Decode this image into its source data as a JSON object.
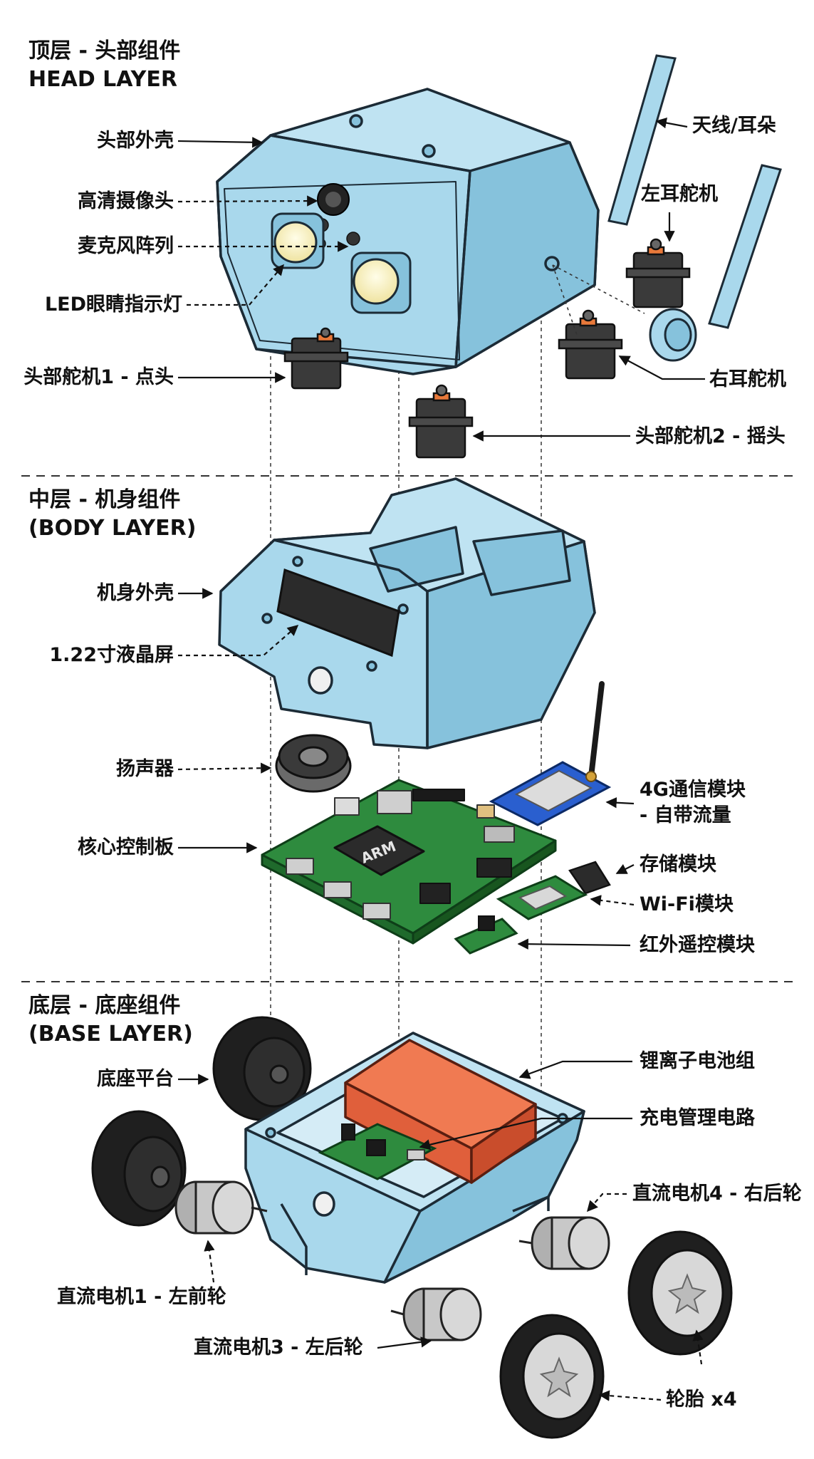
{
  "sections": {
    "head_zh": "顶层 - 头部组件",
    "head_en": "HEAD LAYER",
    "body_zh": "中层 - 机身组件",
    "body_en": "(BODY LAYER)",
    "base_zh": "底层 - 底座组件",
    "base_en": "(BASE LAYER)"
  },
  "head_labels": {
    "shell": "头部外壳",
    "camera": "高清摄像头",
    "mic": "麦克风阵列",
    "led": "LED眼睛指示灯",
    "servo1": "头部舵机1 - 点头",
    "antenna": "天线/耳朵",
    "left_ear": "左耳舵机",
    "right_ear": "右耳舵机",
    "servo2": "头部舵机2 - 摇头"
  },
  "body_labels": {
    "shell": "机身外壳",
    "lcd": "1.22寸液晶屏",
    "speaker": "扬声器",
    "board": "核心控制板",
    "lte_1": "4G通信模块",
    "lte_2": "- 自带流量",
    "storage": "存储模块",
    "wifi": "Wi-Fi模块",
    "ir": "红外遥控模块"
  },
  "base_labels": {
    "platform": "底座平台",
    "battery": "锂离子电池组",
    "charger": "充电管理电路",
    "motor4": "直流电机4 - 右后轮",
    "motor1": "直流电机1 - 左前轮",
    "motor3": "直流电机3 - 左后轮",
    "tires": "轮胎 x4"
  },
  "chip_label": "ARM",
  "colors": {
    "shell": "#a9d8ec",
    "shell_dark": "#86c2dc",
    "outline": "#1c2b36",
    "pcb": "#2e8b3e",
    "battery": "#e8633f",
    "servo": "#3a3a3a",
    "servo_top": "#e8793a",
    "tire": "#1f1f1f",
    "led": "#f7f1c8"
  }
}
